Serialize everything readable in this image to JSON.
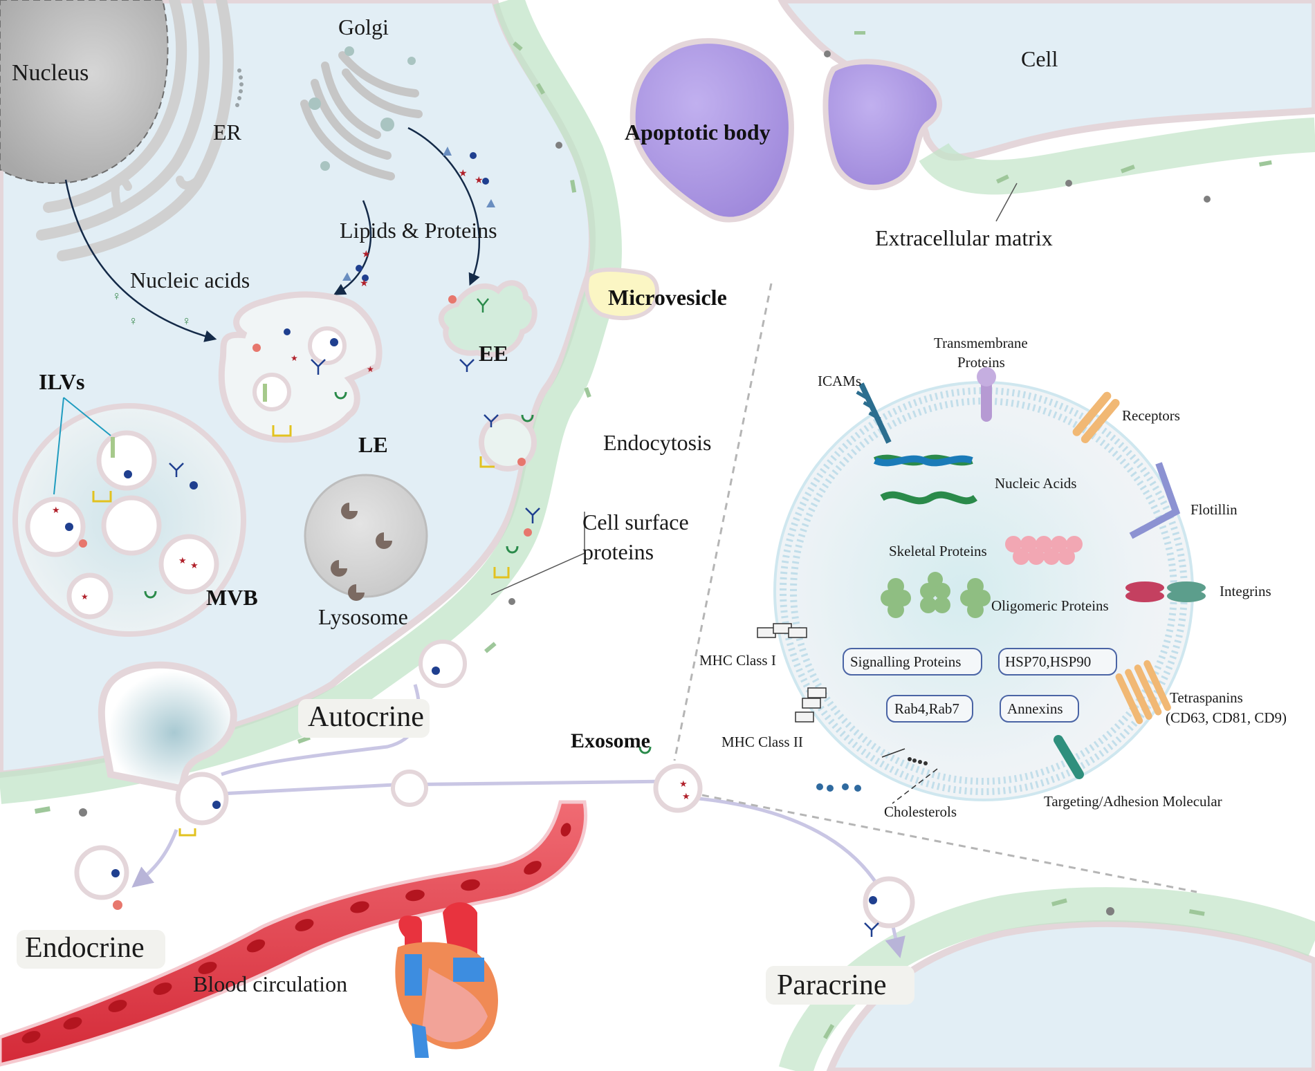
{
  "labels": {
    "nucleus": "Nucleus",
    "golgi": "Golgi",
    "er": "ER",
    "lipids_proteins": "Lipids & Proteins",
    "nucleic_acids": "Nucleic acids",
    "ilvs": "ILVs",
    "le": "LE",
    "ee": "EE",
    "mvb": "MVB",
    "lysosome": "Lysosome",
    "endocytosis": "Endocytosis",
    "cell_surface_line1": "Cell surface",
    "cell_surface_line2": "proteins",
    "microvesicle": "Microvesicle",
    "apoptotic_body": "Apoptotic body",
    "cell": "Cell",
    "extracellular_matrix": "Extracellular matrix",
    "autocrine": "Autocrine",
    "endocrine": "Endocrine",
    "paracrine": "Paracrine",
    "exosome": "Exosome",
    "blood_circulation": "Blood circulation"
  },
  "exosome_detail": {
    "transmembrane_line1": "Transmembrane",
    "transmembrane_line2": "Proteins",
    "icams": "ICAMs",
    "receptors": "Receptors",
    "flotillin": "Flotillin",
    "integrins": "Integrins",
    "tetraspanins_line1": "Tetraspanins",
    "tetraspanins_line2": "(CD63, CD81, CD9)",
    "targeting": "Targeting/Adhesion Molecular",
    "cholesterols": "Cholesterols",
    "mhc1": "MHC Class I",
    "mhc2": "MHC Class II",
    "nucleic_acids": "Nucleic Acids",
    "skeletal_proteins": "Skeletal Proteins",
    "oligomeric_proteins": "Oligomeric Proteins",
    "signalling_proteins": "Signalling Proteins",
    "hsp": "HSP70,HSP90",
    "rab": "Rab4,Rab7",
    "annexins": "Annexins"
  },
  "colors": {
    "cytoplasm": "#e2eef5",
    "membrane": "#e7d9dc",
    "matrix_green": "#b9dfc0",
    "apoptotic": "#ad98e3",
    "microvesicle": "#fbf6c4",
    "vessel": "#e83a46",
    "arrow": "#142a48"
  }
}
